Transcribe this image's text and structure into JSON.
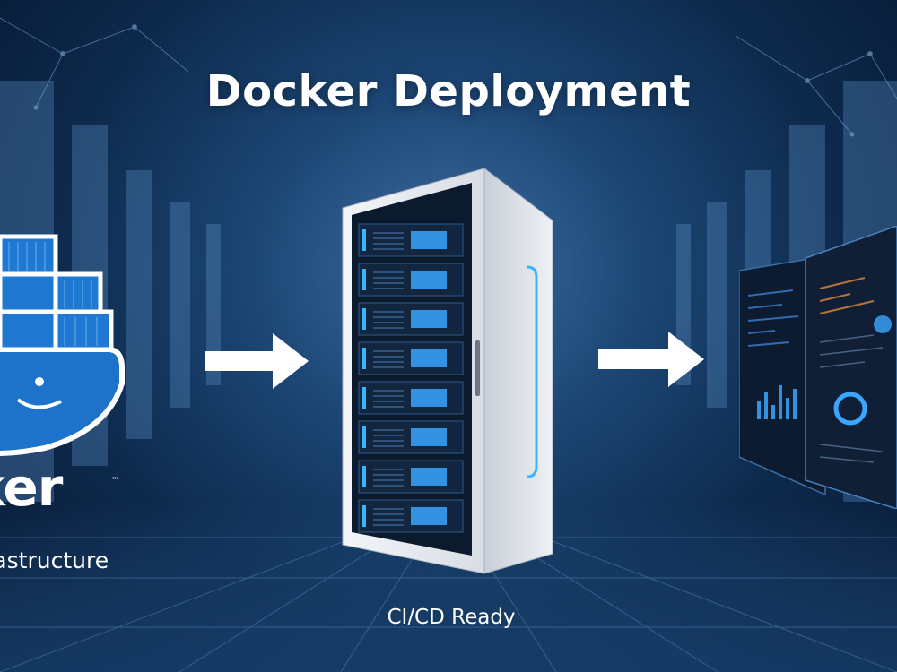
{
  "title": "Docker Deployment",
  "docker": {
    "wordmark": "cker",
    "trademark": "™",
    "caption": "Infrastructure"
  },
  "server": {
    "caption": "CI/CD Ready"
  },
  "colors": {
    "background_dark": "#061630",
    "background_mid": "#1d4776",
    "docker_blue": "#1d73c9",
    "server_light": "#e4e8ee",
    "led_blue": "#3aa6ff",
    "arrow": "#ffffff"
  },
  "icons": [
    "docker-whale-icon",
    "arrow-right-icon",
    "server-rack-icon",
    "dashboard-screens-icon"
  ]
}
